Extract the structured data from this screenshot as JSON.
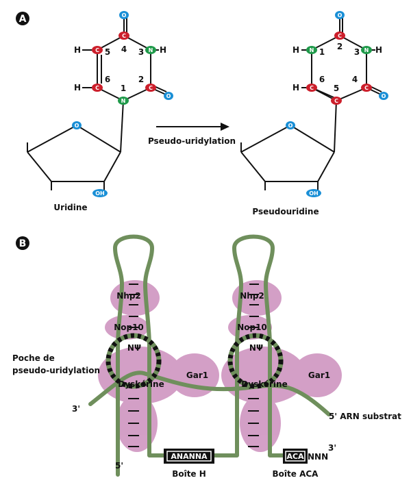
{
  "panels": {
    "a": "A",
    "b": "B"
  },
  "molecules": {
    "left_name": "Uridine",
    "right_name": "Pseudouridine",
    "atoms": {
      "oxygen": "O",
      "carbon": "C",
      "nitrogen": "N",
      "hydroxyl": "OH",
      "hydrogen": "H"
    },
    "left_numbers": [
      "4",
      "3",
      "2",
      "1",
      "6",
      "5"
    ],
    "right_numbers": [
      "2",
      "3",
      "1",
      "6",
      "5",
      "4"
    ]
  },
  "reaction_label": "Pseudo-uridylation",
  "snorna": {
    "pocket_label_line1": "Poche de",
    "pocket_label_line2": "pseudo-uridylation",
    "proteins": {
      "nhp2": "Nhp2",
      "nop10": "Nop10",
      "psi": "NΨ",
      "gar1": "Gar1",
      "dyskerin": "Dyskérine"
    },
    "ends": {
      "three_prime": "3'",
      "five_prime": "5'",
      "substrate": "5' ARN substrat",
      "nnn": "NNN"
    },
    "box_h_motif": "ANANNA",
    "box_h_label": "Boîte H",
    "box_aca_motif": "ACA",
    "box_aca_label": "Boîte ACA"
  },
  "colors": {
    "oxygen": "#1a8fd6",
    "carbon": "#cc1f2b",
    "nitrogen": "#1f9a4a",
    "rna_strand": "#6f8f5c",
    "protein": "#cc8fbd",
    "panel_badge": "#111111"
  }
}
